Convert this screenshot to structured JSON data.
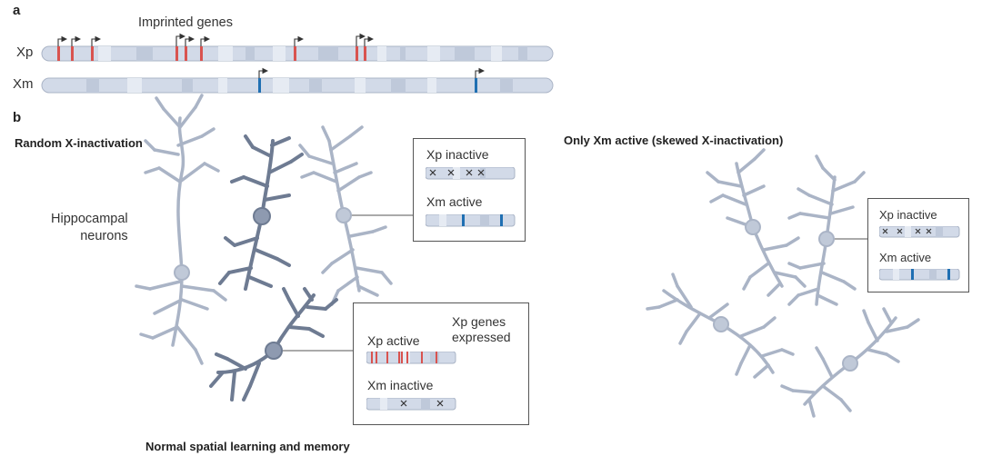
{
  "panel_a": {
    "letter": "a",
    "imprinted_label": "Imprinted genes",
    "xp_label": "Xp",
    "xm_label": "Xm"
  },
  "panel_b": {
    "letter": "b",
    "left_title": "Random X-inactivation",
    "right_title": "Only Xm active (skewed X-inactivation)",
    "neuron_label": "Hippocampal\nneurons",
    "bottom_caption": "Normal spatial learning and memory",
    "box1": {
      "top_label": "Xp inactive",
      "bottom_label": "Xm active"
    },
    "box2": {
      "top_label": "Xp active",
      "bottom_label": "Xm inactive",
      "note": "Xp genes\nexpressed"
    },
    "box3": {
      "top_label": "Xp inactive",
      "bottom_label": "Xm active"
    }
  },
  "colors": {
    "chromosome_fill": "#d2dae8",
    "band": "#bfc9da",
    "band_light": "#e6ebf3",
    "paternal_gene": "#d9534f",
    "maternal_gene": "#1f6fb2",
    "neuron_light": "#aab4c6",
    "neuron_dark": "#6e7b92"
  }
}
